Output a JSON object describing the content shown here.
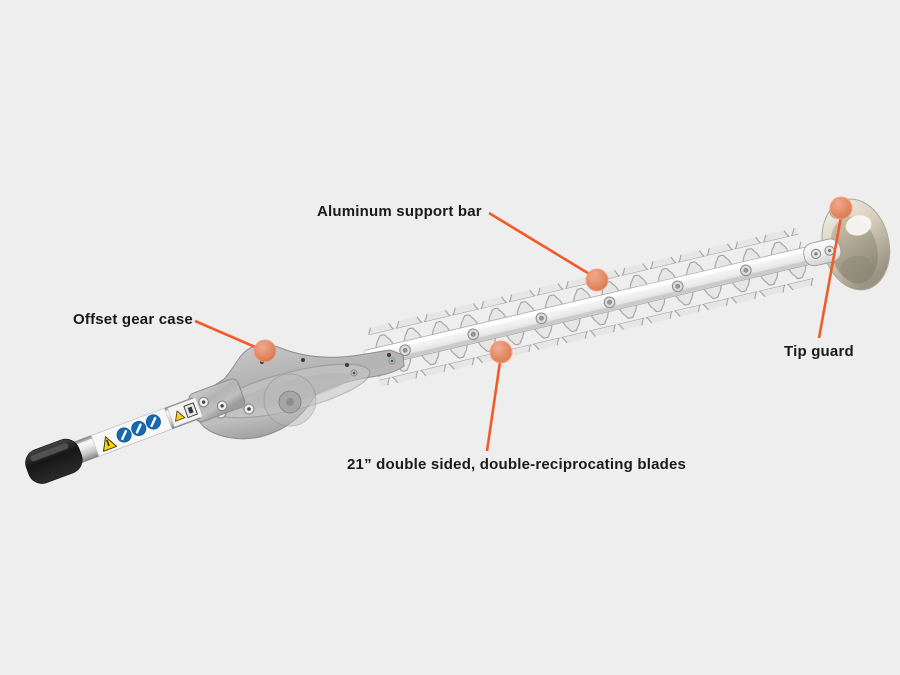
{
  "canvas": {
    "background": "#EEEEEE"
  },
  "colors": {
    "callout_line": "#F15A29",
    "callout_marker": "#E28258",
    "label_text": "#1A1A1A"
  },
  "callouts": [
    {
      "id": "offset-gear-case",
      "label": "Offset gear case"
    },
    {
      "id": "aluminum-support-bar",
      "label": "Aluminum support bar"
    },
    {
      "id": "tip-guard",
      "label": "Tip guard"
    },
    {
      "id": "blades",
      "label": "21” double sided, double-reciprocating blades"
    }
  ],
  "icons": [
    {
      "name": "warning-triangle-icon"
    },
    {
      "name": "mandatory-safety-icon-1"
    },
    {
      "name": "mandatory-safety-icon-2"
    },
    {
      "name": "mandatory-safety-icon-3"
    }
  ]
}
